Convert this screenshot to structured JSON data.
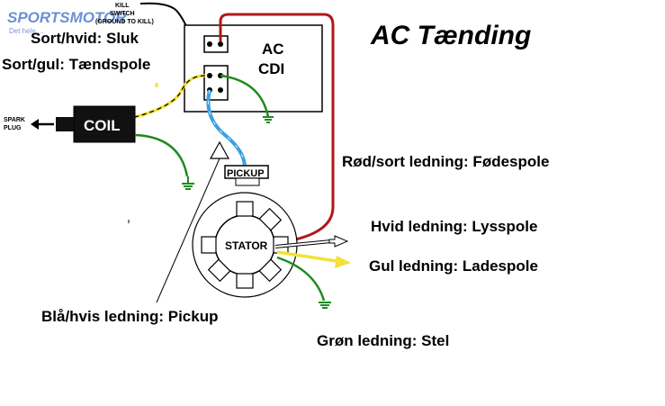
{
  "title": "AC Tænding",
  "watermark": {
    "brand": "SPORTSMOTOR",
    "tagline": "Det hele ... "
  },
  "kill_switch": {
    "line1": "KILL",
    "line2": "SWITCH",
    "line3": "(GROUND TO KILL)"
  },
  "cdi_box": {
    "line1": "AC",
    "line2": "CDI"
  },
  "coil_label": "COIL",
  "spark_plug": {
    "line1": "SPARK",
    "line2": "PLUG"
  },
  "pickup_label": "PICKUP",
  "stator_label": "STATOR",
  "labels": {
    "sort_hvid": "Sort/hvid: Sluk",
    "sort_gul": "Sort/gul: Tændspole",
    "roed_sort": "Rød/sort ledning: Fødespole",
    "hvid": "Hvid ledning: Lysspole",
    "gul": "Gul ledning: Ladespole",
    "blaa_hvid": "Blå/hvis ledning: Pickup",
    "groen": "Grøn ledning: Stel"
  },
  "colors": {
    "red_wire": "#b01818",
    "yellow_wire": "#f2e23a",
    "blue_wire": "#3aa0e0",
    "green_wire": "#1f8a1f",
    "black": "#000000",
    "watermark_blue": "#3a6cc8"
  }
}
